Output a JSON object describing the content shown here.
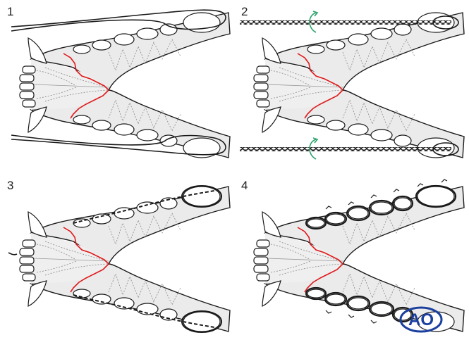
{
  "panels": [
    {
      "id": "1",
      "label": "1"
    },
    {
      "id": "2",
      "label": "2"
    },
    {
      "id": "3",
      "label": "3"
    },
    {
      "id": "4",
      "label": "4"
    }
  ],
  "logo": {
    "text": "AO",
    "color": "#1a3f9e"
  },
  "colors": {
    "outline": "#1a1a1a",
    "bone_fill": "#ebebeb",
    "fracture_line": "#e0191b",
    "rotation_arrow": "#2aa36a",
    "wire": "#1a1a1a"
  }
}
